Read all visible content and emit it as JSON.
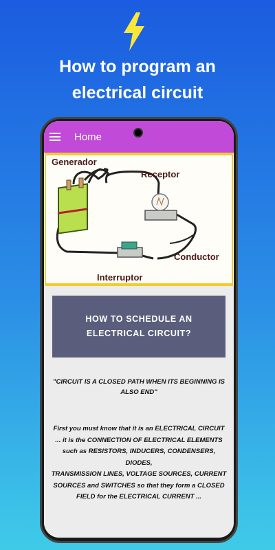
{
  "header": {
    "line1": "How to program an",
    "line2": "electrical circuit",
    "icon": "lightning-bolt-icon",
    "icon_color": "#fde63a"
  },
  "appbar": {
    "title": "Home",
    "color": "#c24ad8"
  },
  "diagram": {
    "generator": "Generador",
    "receptor": "Receptor",
    "conductor": "Conductor",
    "interruptor": "Interruptor"
  },
  "banner": {
    "line1": "HOW TO SCHEDULE AN",
    "line2": "ELECTRICAL CIRCUIT?"
  },
  "quote": {
    "line1": "\"CIRCUIT IS A CLOSED PATH WHEN ITS BEGINNING IS",
    "line2": "ALSO END\""
  },
  "paragraph": {
    "line1": "First you must know that it is an ELECTRICAL CIRCUIT",
    "line2": "... it is the CONNECTION OF ELECTRICAL ELEMENTS",
    "line3": "such as RESISTORS, INDUCERS, CONDENSERS, DIODES,",
    "line4": "TRANSMISSION LINES, VOLTAGE SOURCES, CURRENT",
    "line5": "SOURCES and SWITCHES so that they form a CLOSED",
    "line6": "FIELD for the ELECTRICAL CURRENT ..."
  }
}
